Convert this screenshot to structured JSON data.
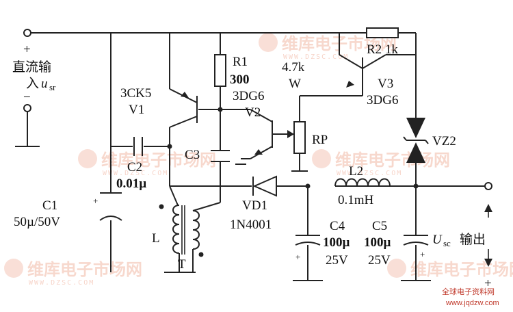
{
  "labels": {
    "input_line1": "直流输",
    "input_line2": "入",
    "input_var": "u",
    "input_sub": "sr",
    "input_plus": "+",
    "input_minus": "−",
    "r1_name": "R1",
    "r1_value": "300",
    "q1_type": "3CK5",
    "q1_name": "V1",
    "q2_type": "3DG6",
    "q2_name": "V2",
    "rp_value": "4.7k",
    "rp_w": "W",
    "rp_name": "RP",
    "r2": "R2 1k",
    "q3_name": "V3",
    "q3_type": "3DG6",
    "vz2": "VZ2",
    "c2_name": "C2",
    "c2_value": "0.01µ",
    "c3": "C3",
    "c1_name": "C1",
    "c1_value": "50µ/50V",
    "l": "L",
    "t": "T",
    "vd1_name": "VD1",
    "vd1_type": "1N4001",
    "l2_name": "L2",
    "l2_value": "0.1mH",
    "c4_name": "C4",
    "c4_value1": "100µ",
    "c4_value2": "25V",
    "c5_name": "C5",
    "c5_value1": "100µ",
    "c5_value2": "25V",
    "out_var": "U",
    "out_sub": "sc",
    "out_text": "输出",
    "out_plus": "+",
    "cap_plus": "+"
  },
  "watermark": {
    "brand": "维库电子市场网",
    "url": "WWW.DZSC.COM",
    "footer_cn": "全球电子资料网",
    "footer_url": "www.jqdzw.com"
  },
  "colors": {
    "ink": "#222222",
    "watermark": "#f2b9a6",
    "footer": "#c0392b"
  }
}
